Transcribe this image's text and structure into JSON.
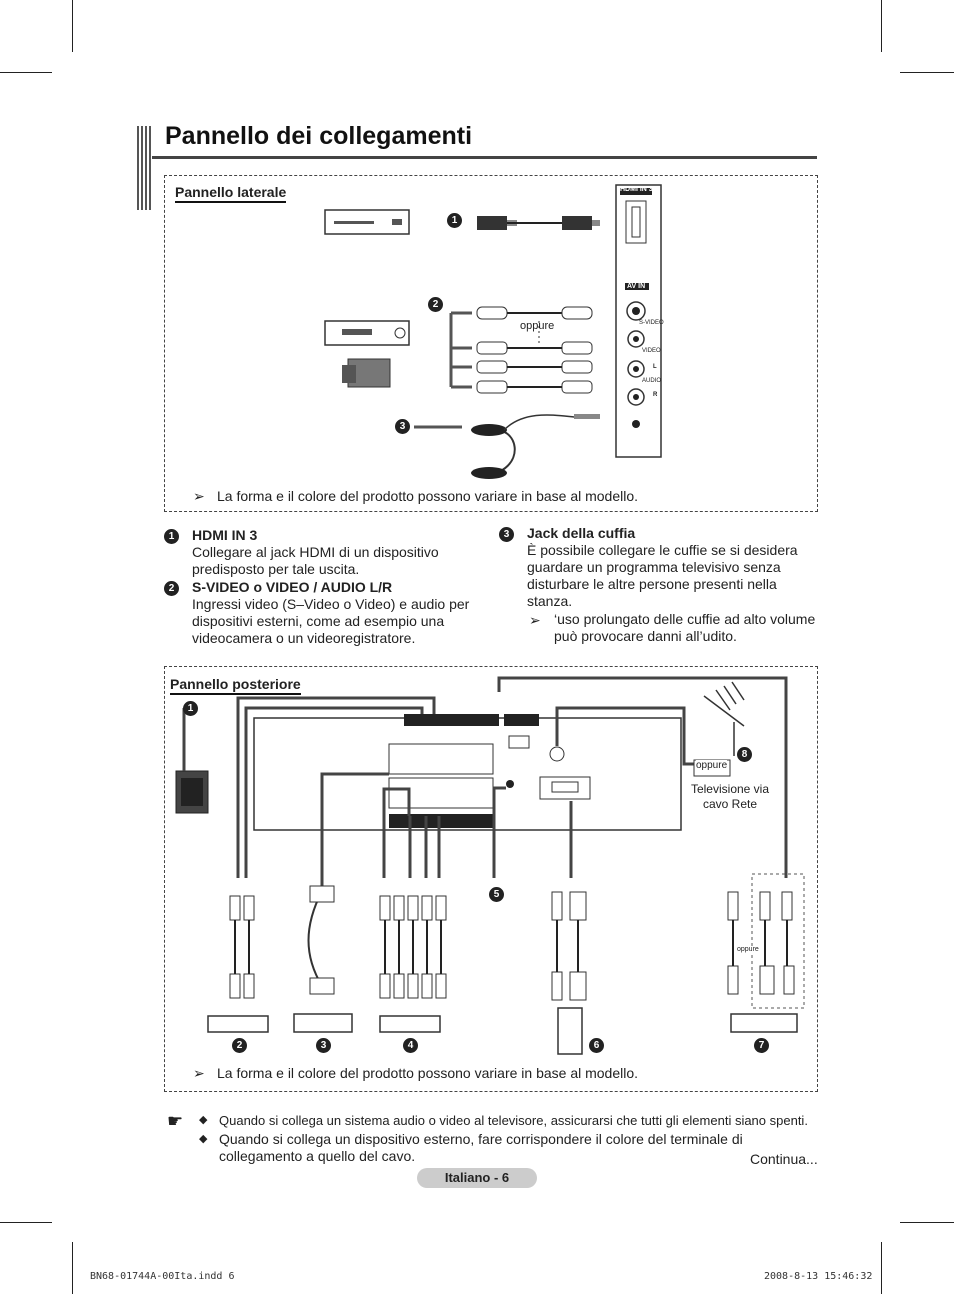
{
  "title": "Pannello dei collegamenti",
  "side_panel": {
    "label": "Pannello laterale",
    "oppure": "oppure",
    "note": "La forma e il colore del prodotto possono variare in base al modello.",
    "jack_labels": {
      "hdmi": "HDMI IN 3",
      "avin": "AV IN",
      "svideo": "S-VIDEO",
      "video": "VIDEO",
      "audio": "AUDIO",
      "l": "L",
      "r": "R"
    }
  },
  "descriptions": [
    {
      "num": "1",
      "heading": "HDMI IN 3",
      "text": "Collegare al jack HDMI di un dispositivo predisposto per tale uscita."
    },
    {
      "num": "2",
      "heading": "S-VIDEO o VIDEO / AUDIO L/R",
      "text": "Ingressi video (S–Video o Video) e audio per dispositivi esterni, come ad esempio una videocamera o un videoregistratore."
    },
    {
      "num": "3",
      "heading": "Jack della cuffia",
      "text": "È possibile collegare le cuffie se si desidera guardare un programma televisivo senza disturbare le altre persone presenti nella stanza.",
      "note": "‘uso prolungato delle cuffie ad alto volume può provocare danni all’udito."
    }
  ],
  "rear_panel": {
    "label": "Pannello posteriore",
    "oppure_antenna": "oppure",
    "antenna_caption": "Televisione via cavo Rete",
    "oppure_small": "oppure",
    "note": "La forma e il colore del prodotto possono variare in base al modello.",
    "numbers": [
      "1",
      "2",
      "3",
      "4",
      "5",
      "6",
      "7",
      "8"
    ]
  },
  "bullets": [
    "Quando si collega un sistema audio o video al televisore, assicurarsi che tutti gli elementi siano spenti.",
    "Quando si collega un dispositivo esterno, fare corrispondere il colore del terminale di collegamento a quello del cavo."
  ],
  "continua": "Continua...",
  "page_label": "Italiano - 6",
  "footer_left": "BN68-01744A-00Ita.indd   6",
  "footer_right": "2008-8-13   15:46:32"
}
